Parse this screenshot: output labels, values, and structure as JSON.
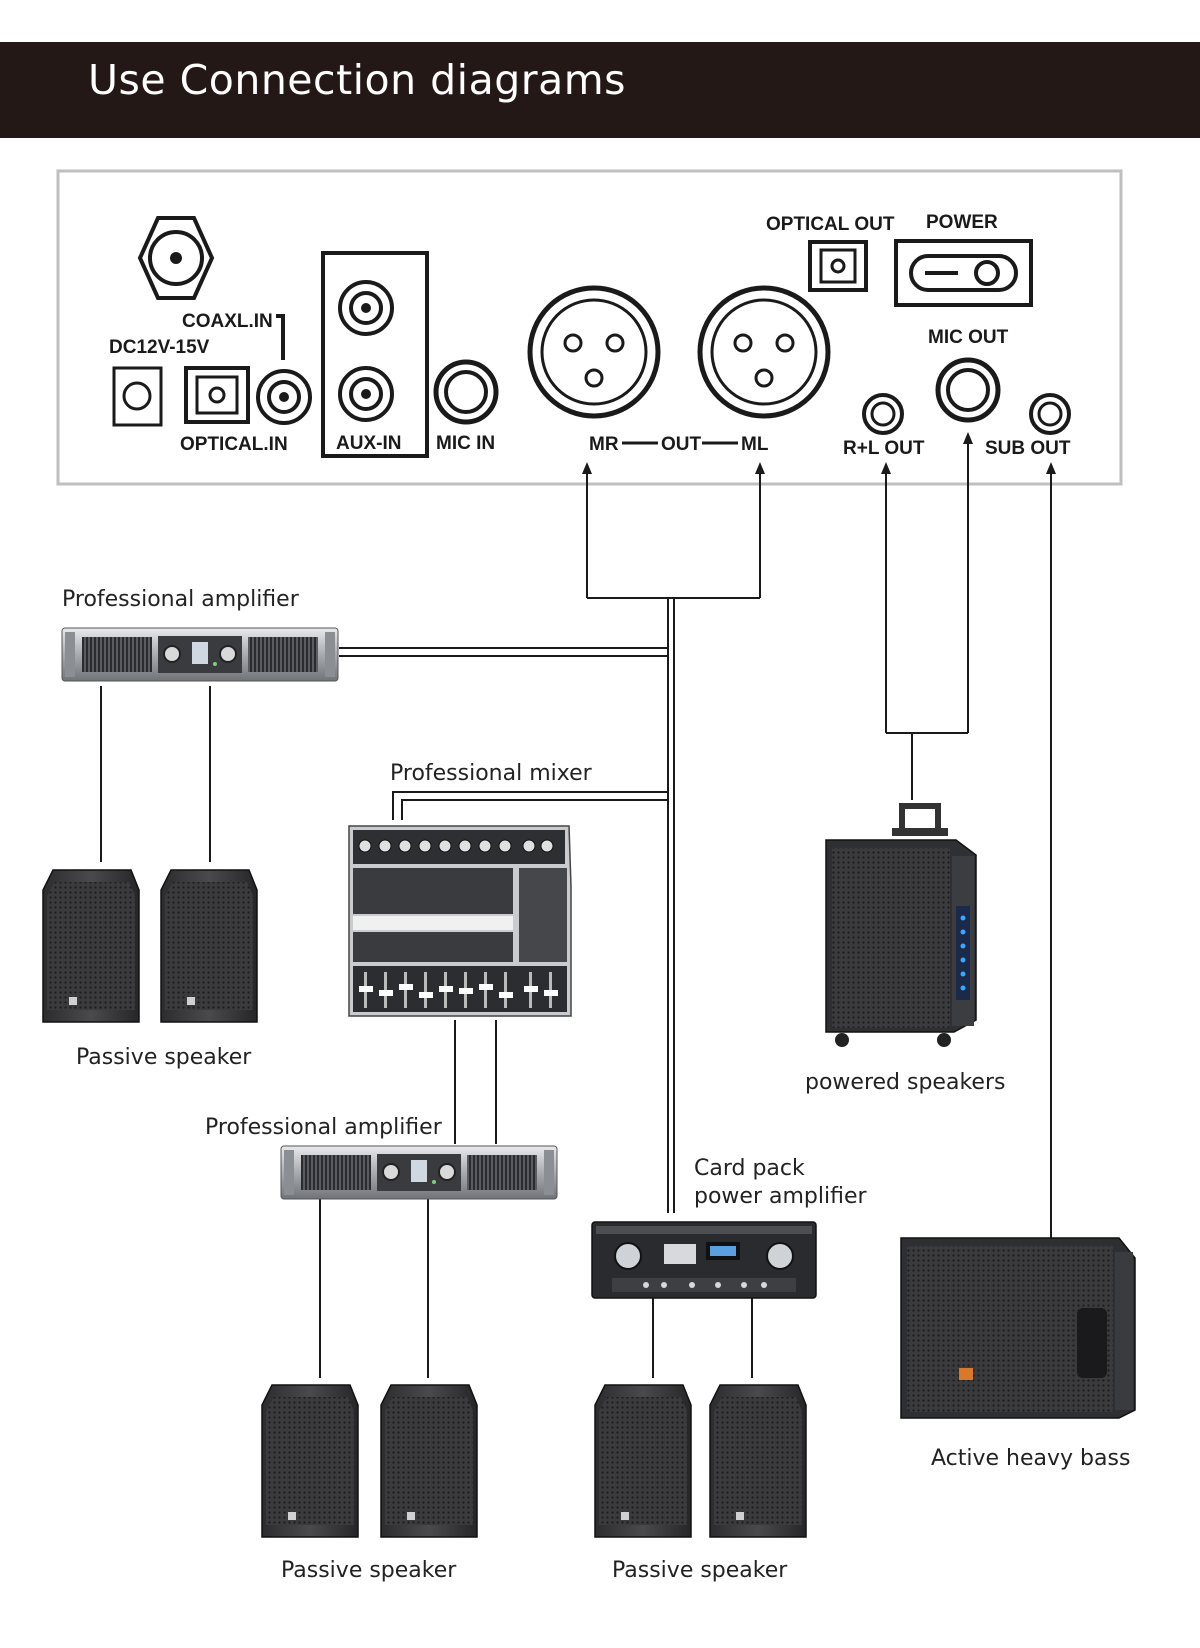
{
  "header": {
    "title": "Use Connection diagrams"
  },
  "panel": {
    "optical_out": "OPTICAL OUT",
    "power": "POWER",
    "coax_in": "COAXL.IN",
    "dc_in": "DC12V-15V",
    "optical_in": "OPTICAL.IN",
    "aux_in": "AUX-IN",
    "mic_in": "MIC IN",
    "mr": "MR",
    "out": "OUT",
    "ml": "ML",
    "mic_out": "MIC OUT",
    "rl_out": "R+L OUT",
    "sub_out": "SUB OUT"
  },
  "devices": {
    "amp1": "Professional amplifier",
    "mixer": "Professional mixer",
    "passive1": "Passive speaker",
    "powered": "powered speakers",
    "amp2": "Professional amplifier",
    "card_line1": "Card pack",
    "card_line2": "power amplifier",
    "subwoofer": "Active heavy bass",
    "passive2": "Passive speaker",
    "passive3": "Passive speaker"
  },
  "colors": {
    "banner": "#231815",
    "line": "#1a1a1a",
    "panel_border": "#bfbfbf",
    "sub_badge": "#d9772b"
  }
}
